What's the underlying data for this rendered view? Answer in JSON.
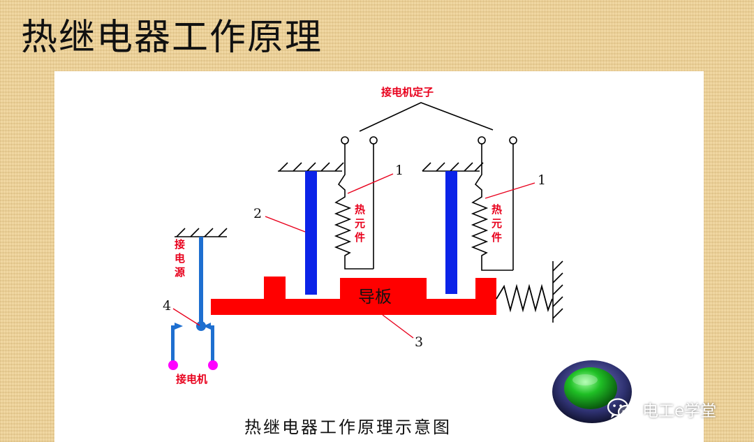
{
  "slide": {
    "title": "热继电器工作原理"
  },
  "diagram": {
    "stator_label": "接电机定子",
    "element_label_chars": [
      "热",
      "元",
      "件"
    ],
    "power_label_chars": [
      "接",
      "电",
      "源"
    ],
    "motor_label": "接电机",
    "board_label": "导板",
    "callouts": {
      "one_left": "1",
      "one_right": "1",
      "two": "2",
      "three": "3",
      "four": "4"
    },
    "caption": "热继电器工作原理示意图"
  },
  "colors": {
    "bimetal": "#0b23e8",
    "board": "#ff0000",
    "label": "#e8001c",
    "terminal": "#ff00ff",
    "contact_arm": "#1e6fd0"
  },
  "icons": {
    "button": "green-round-button-icon",
    "watermark": "wechat-icon"
  },
  "watermark": {
    "text": "电工e学堂"
  }
}
